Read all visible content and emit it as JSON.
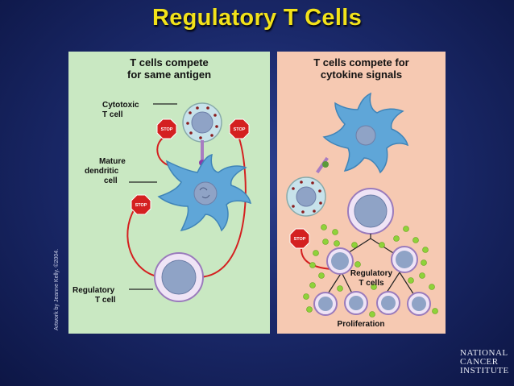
{
  "title": "Regulatory T Cells",
  "left_panel": {
    "heading": [
      "T cells compete",
      "for same antigen"
    ],
    "labels": {
      "cytotoxic": [
        "Cytotoxic",
        "T cell"
      ],
      "dendritic": [
        "Mature",
        "dendritic",
        "cell"
      ],
      "regulatory": [
        "Regulatory",
        "T cell"
      ]
    }
  },
  "right_panel": {
    "heading": [
      "T cells compete for",
      "cytokine signals"
    ],
    "labels": {
      "regulatory": [
        "Regulatory",
        "T cells"
      ],
      "proliferation": "Proliferation"
    }
  },
  "stop_sign": "STOP",
  "credit": "Artwork by Jeanne Kelly. ©2004.",
  "logo": [
    "NATIONAL",
    "CANCER",
    "INSTITUTE"
  ],
  "colors": {
    "title": "#f2e21a",
    "left_panel": "#c9e8c2",
    "right_panel": "#f6c9b2",
    "inhibition_arrow": "#d42020",
    "cytokine": "#8fd23a"
  }
}
